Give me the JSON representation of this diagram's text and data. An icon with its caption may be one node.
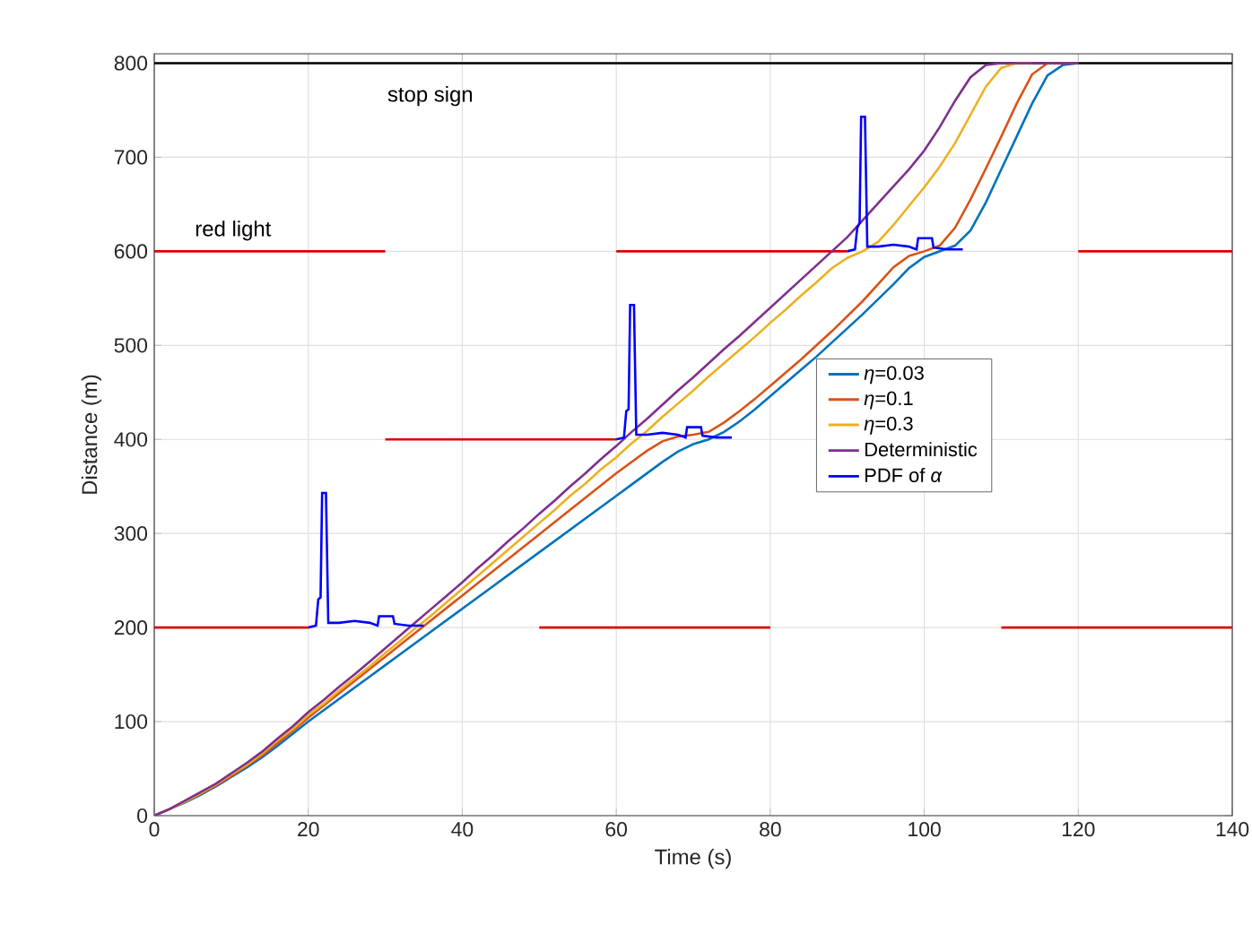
{
  "diagram": {
    "chart_data": {
      "type": "line",
      "xlabel": "Time (s)",
      "ylabel": "Distance (m)",
      "x": [
        0,
        2,
        4,
        6,
        8,
        10,
        12,
        14,
        16,
        18,
        20,
        22,
        24,
        26,
        28,
        30,
        32,
        34,
        36,
        38,
        40,
        42,
        44,
        46,
        48,
        50,
        52,
        54,
        56,
        58,
        60,
        62,
        64,
        66,
        68,
        70,
        72,
        74,
        76,
        78,
        80,
        82,
        84,
        86,
        88,
        90,
        92,
        94,
        96,
        98,
        100,
        102,
        104,
        106,
        108,
        110,
        112,
        114,
        116,
        118,
        120
      ],
      "xlim": [
        0,
        140
      ],
      "ylim": [
        0,
        810
      ],
      "xticks": [
        0,
        20,
        40,
        60,
        80,
        100,
        120,
        140
      ],
      "yticks": [
        0,
        100,
        200,
        300,
        400,
        500,
        600,
        700,
        800
      ],
      "series": [
        {
          "name": "*η*=0.03",
          "color": "#0072bd",
          "values": [
            0,
            7,
            14,
            22,
            31,
            41,
            51,
            62,
            74,
            87,
            100,
            112,
            124,
            136,
            148,
            160,
            172,
            184,
            196,
            208,
            220,
            232,
            244,
            256,
            268,
            280,
            292,
            304,
            316,
            328,
            340,
            352,
            364,
            376,
            387,
            395,
            400,
            408,
            419,
            432,
            446,
            460,
            474,
            488,
            503,
            518,
            533,
            549,
            565,
            582,
            594,
            600,
            606,
            622,
            652,
            687,
            722,
            757,
            787,
            798,
            800
          ]
        },
        {
          "name": "*η*=0.1",
          "color": "#d95319",
          "values": [
            0,
            7,
            15,
            23,
            32,
            42,
            53,
            64,
            77,
            90,
            104,
            117,
            130,
            143,
            156,
            169,
            182,
            195,
            208,
            221,
            234,
            247,
            260,
            273,
            286,
            299,
            312,
            325,
            338,
            351,
            364,
            376,
            388,
            398,
            403,
            405,
            408,
            418,
            430,
            443,
            457,
            471,
            485,
            500,
            515,
            531,
            547,
            565,
            583,
            595,
            600,
            606,
            625,
            655,
            688,
            722,
            757,
            788,
            800,
            800,
            800
          ]
        },
        {
          "name": "*η*=0.3",
          "color": "#edb120",
          "values": [
            0,
            7,
            15,
            24,
            33,
            44,
            54,
            66,
            80,
            92,
            107,
            119,
            133,
            146,
            159,
            173,
            186,
            200,
            213,
            227,
            241,
            255,
            269,
            283,
            297,
            311,
            325,
            340,
            353,
            368,
            381,
            396,
            409,
            424,
            438,
            452,
            467,
            481,
            495,
            509,
            524,
            538,
            553,
            567,
            582,
            593,
            600,
            610,
            628,
            648,
            668,
            690,
            715,
            745,
            775,
            795,
            800,
            800,
            null,
            null,
            null
          ]
        },
        {
          "name": "Deterministic",
          "color": "#7e2f8e",
          "values": [
            0,
            7,
            16,
            25,
            34,
            45,
            56,
            68,
            82,
            95,
            110,
            123,
            137,
            150,
            164,
            178,
            192,
            206,
            220,
            234,
            248,
            263,
            277,
            292,
            306,
            321,
            335,
            350,
            364,
            379,
            393,
            408,
            422,
            437,
            452,
            466,
            481,
            496,
            510,
            525,
            540,
            555,
            570,
            585,
            600,
            615,
            633,
            651,
            669,
            687,
            707,
            732,
            760,
            785,
            798,
            800,
            800,
            800,
            800,
            800,
            800
          ]
        },
        {
          "name": "PDF of *α*",
          "color": "#0000ff",
          "x": [
            20,
            21,
            21.3,
            21.6,
            21.8,
            22.3,
            22.6,
            24,
            26,
            28,
            29,
            29.2,
            31,
            31.2,
            33,
            35,
            35.5,
            60,
            61,
            61.3,
            61.6,
            61.8,
            62.3,
            62.6,
            64,
            66,
            68,
            69,
            69.2,
            71,
            71.2,
            73,
            75,
            75.5,
            90,
            91,
            91.3,
            91.6,
            91.8,
            92.3,
            92.6,
            94,
            96,
            98,
            99,
            99.2,
            101,
            101.2,
            103,
            105
          ],
          "values": [
            200,
            202,
            230,
            232,
            343,
            343,
            205,
            205,
            207,
            205,
            202,
            212,
            212,
            204,
            202,
            202,
            null,
            400,
            402,
            430,
            432,
            543,
            543,
            405,
            405,
            407,
            405,
            402,
            413,
            413,
            404,
            402,
            402,
            null,
            600,
            602,
            625,
            630,
            743,
            743,
            605,
            605,
            607,
            605,
            602,
            614,
            614,
            604,
            602,
            602
          ]
        },
        {
          "color": "#dd0000",
          "x": [
            0,
            20,
            20.5,
            50,
            80,
            80.5,
            110,
            140
          ],
          "values": [
            200,
            200,
            null,
            200,
            200,
            null,
            200,
            200
          ]
        },
        {
          "color": "#dd0000",
          "x": [
            30,
            60
          ],
          "values": [
            400,
            400
          ]
        },
        {
          "color": "#dd0000",
          "x": [
            0,
            30,
            30.5,
            60,
            90,
            90.5,
            120,
            140
          ],
          "values": [
            600,
            600,
            null,
            600,
            600,
            null,
            600,
            600
          ]
        },
        {
          "color": "#000000",
          "x": [
            0,
            140
          ],
          "values": [
            800,
            800
          ]
        }
      ],
      "grid": true,
      "legend": "right"
    },
    "labels": [
      "stop sign",
      "red light"
    ]
  }
}
